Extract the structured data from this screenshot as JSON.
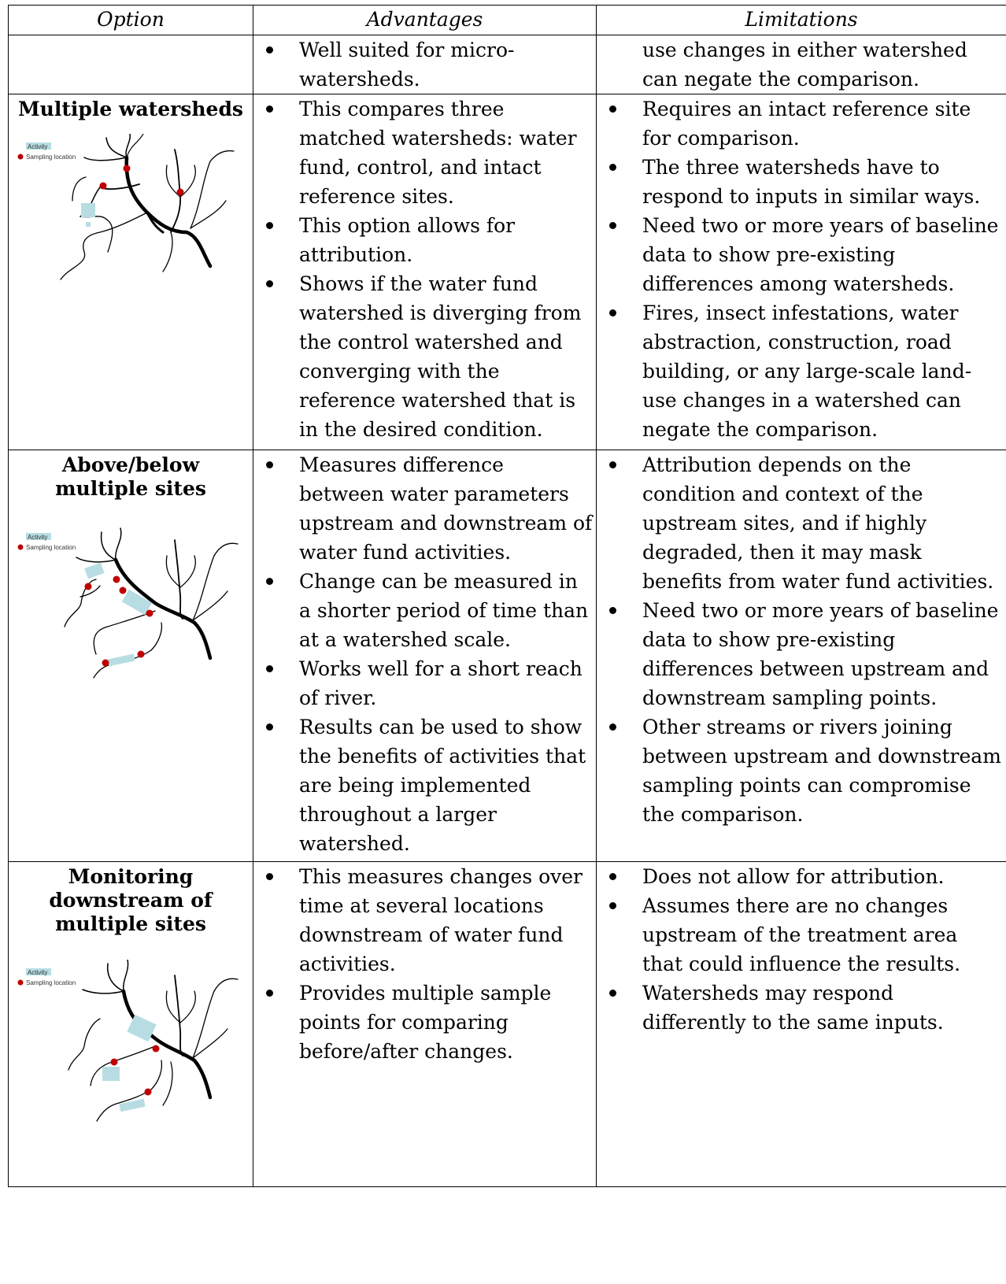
{
  "header": {
    "option": "Option",
    "advantages": "Advantages",
    "limitations": "Limitations"
  },
  "rows": [
    {
      "option": "",
      "advantages": [
        "Well suited for micro-watersheds."
      ],
      "limitations_text": "use changes in either watershed can negate the comparison."
    },
    {
      "option": "Multiple watersheds",
      "map": {
        "activity_label": "Activity",
        "sampling_label": "Sampling location"
      },
      "advantages": [
        "This compares three matched watersheds: water fund, control, and intact reference sites.",
        "This option allows for attribution.",
        "Shows if the water fund watershed is diverging from the control watershed and converging with the reference watershed that is in the desired condition."
      ],
      "limitations": [
        "Requires an intact reference site for comparison.",
        "The three watersheds have to respond to inputs in similar ways.",
        "Need two or more years of baseline data to show pre-existing differences among watersheds.",
        "Fires, insect infestations, water abstraction, construction, road building, or any large-scale land-use changes in a watershed can negate the comparison."
      ]
    },
    {
      "option": "Above/below multiple sites",
      "map": {
        "activity_label": "Activity",
        "sampling_label": "Sampling location"
      },
      "advantages": [
        "Measures difference between water parameters upstream and downstream of water fund activities.",
        "Change can be measured in a shorter period of time than at a watershed scale.",
        "Works well for a short reach of river.",
        "Results can be used to show the benefits of activities that are being implemented throughout a larger watershed."
      ],
      "limitations": [
        "Attribution depends on the condition and context of the upstream sites, and if highly degraded, then it may mask benefits from water fund activities.",
        "Need two or more years of baseline data to show pre-existing differences between upstream and downstream sampling points.",
        "Other streams or rivers joining between upstream and downstream sampling points can compromise the comparison."
      ]
    },
    {
      "option": "Monitoring downstream of multiple sites",
      "map": {
        "activity_label": "Activity",
        "sampling_label": "Sampling location"
      },
      "advantages": [
        "This measures changes over time at several locations downstream of water fund activities.",
        "Provides multiple sample points for comparing before/after changes."
      ],
      "limitations": [
        "Does not allow for attribution.",
        "Assumes there are no changes upstream of the treatment area that could influence the results.",
        "Watersheds may respond differently to the same inputs."
      ]
    }
  ],
  "colors": {
    "sampling_dot": "#c00000",
    "activity_box": "#b7dde3",
    "river": "#000000"
  }
}
